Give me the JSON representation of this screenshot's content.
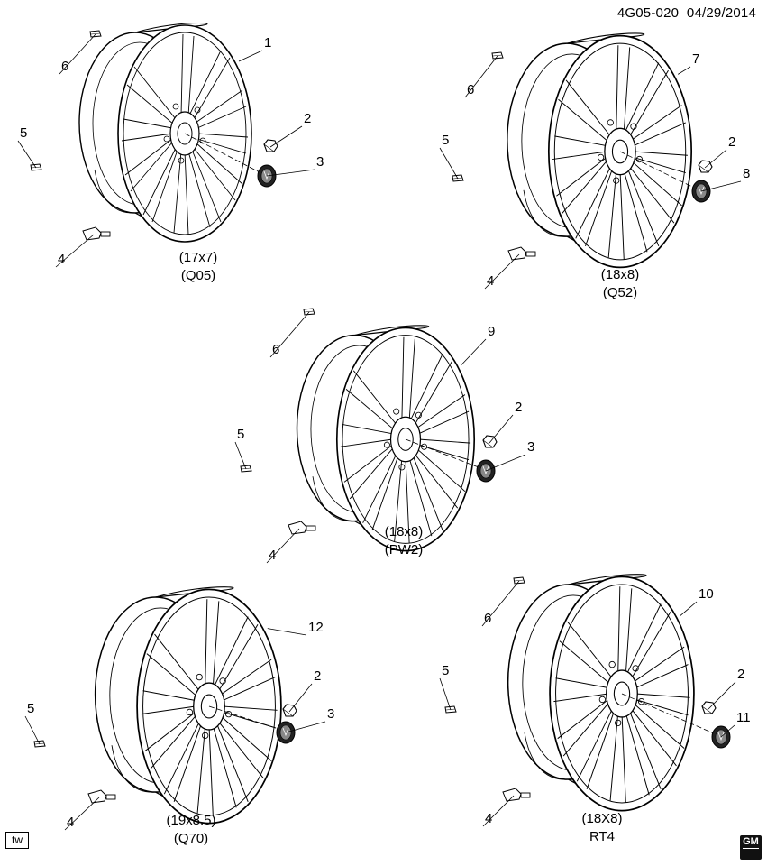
{
  "header": {
    "doc_id": "4G05-020",
    "date": "04/29/2014"
  },
  "corner_tag": "tw",
  "logo": {
    "icon": "gm-logo-icon",
    "text": "GM"
  },
  "wheels": [
    {
      "caption": [
        "(17x7)",
        "(Q05)"
      ],
      "labels": {
        "wheel": "1",
        "nut": "2",
        "cap": "3",
        "valve": "4",
        "weight_clip": "5",
        "weight_top": "6"
      }
    },
    {
      "caption": [
        "(18x8)",
        "(Q52)"
      ],
      "labels": {
        "wheel": "7",
        "nut": "2",
        "cap": "8",
        "valve": "4",
        "weight_clip": "5",
        "weight_top": "6"
      }
    },
    {
      "caption": [
        "(18x8)",
        "(PW2)"
      ],
      "labels": {
        "wheel": "9",
        "nut": "2",
        "cap": "3",
        "valve": "4",
        "weight_clip": "5",
        "weight_top": "6"
      }
    },
    {
      "caption": [
        "(19x8.5)",
        "(Q70)"
      ],
      "labels": {
        "wheel": "12",
        "nut": "2",
        "cap": "3",
        "valve": "4",
        "weight_clip": "5"
      }
    },
    {
      "caption": [
        "(18X8)",
        "RT4"
      ],
      "labels": {
        "wheel": "10",
        "nut": "2",
        "cap": "11",
        "valve": "4",
        "weight_clip": "5",
        "weight_top": "6"
      }
    }
  ]
}
